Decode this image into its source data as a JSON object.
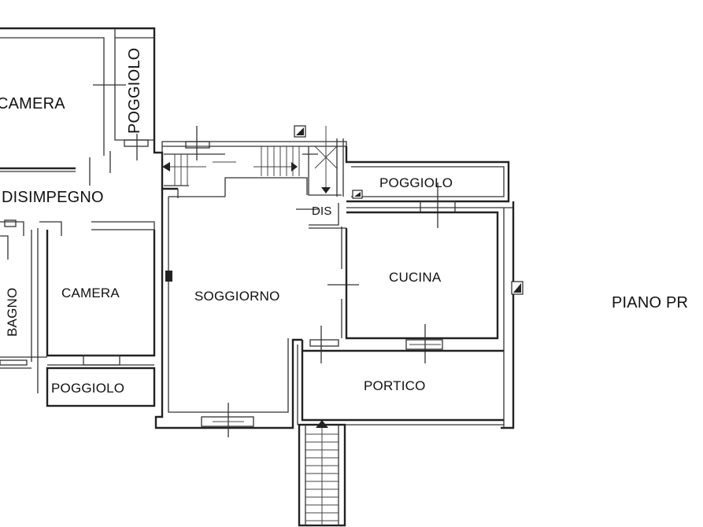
{
  "plan": {
    "title": "PIANO PR",
    "rooms": {
      "camera_top": "CAMERA",
      "poggiolo_top": "POGGIOLO",
      "disimpegno": "DISIMPEGNO",
      "camera_bottom": "CAMERA",
      "bagno": "BAGNO",
      "poggiolo_bottom": "POGGIOLO",
      "soggiorno": "SOGGIORNO",
      "dis": "DIS",
      "poggiolo_right": "POGGIOLO",
      "cucina": "CUCINA",
      "portico": "PORTICO"
    }
  }
}
